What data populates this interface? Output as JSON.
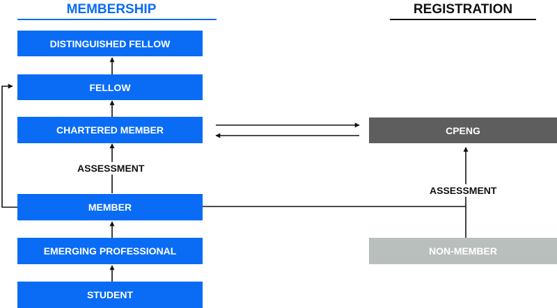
{
  "colors": {
    "membership_blue": "#0a6cf5",
    "cpeng_grey": "#5e5e5e",
    "nonmember_grey": "#b9bfbd",
    "line": "#111111"
  },
  "headings": {
    "membership": "MEMBERSHIP",
    "registration": "REGISTRATION"
  },
  "membership_levels": {
    "distinguished_fellow": "DISTINGUISHED FELLOW",
    "fellow": "FELLOW",
    "chartered_member": "CHARTERED MEMBER",
    "member": "MEMBER",
    "emerging_professional": "EMERGING PROFESSIONAL",
    "student": "STUDENT"
  },
  "registration": {
    "cpeng": "CPENG",
    "non_member": "NON-MEMBER"
  },
  "labels": {
    "assessment_membership": "ASSESSMENT",
    "assessment_registration": "ASSESSMENT"
  }
}
